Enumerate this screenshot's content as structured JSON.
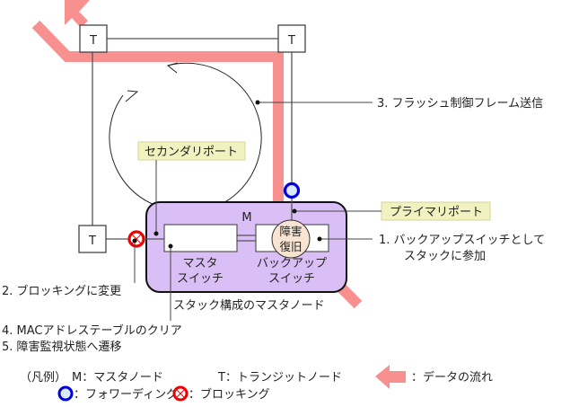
{
  "nodes": {
    "transit_label": "T",
    "master_label": "M"
  },
  "switches": {
    "master": [
      "マスタ",
      "スイッチ"
    ],
    "backup": [
      "バックアップ",
      "スイッチ"
    ],
    "recovery": [
      "障害",
      "復旧"
    ]
  },
  "ports": {
    "secondary": "セカンダリポート",
    "primary": "プライマリポート"
  },
  "annotations": {
    "step1_line1": "1.  バックアップスイッチとして",
    "step1_line2": "スタックに参加",
    "step2": "2.  ブロッキングに変更",
    "step3": "3.  フラッシュ制御フレーム送信",
    "step4": "4.  MACアドレステーブルのクリア",
    "step5": "5.  障害監視状態へ遷移",
    "stack_master": "スタック構成のマスタノード"
  },
  "legend": {
    "prefix": "（凡例）",
    "m_item": "M：マスタノード",
    "t_item": "T：トランジットノード",
    "flow_item": "：データの流れ",
    "forwarding_item": "：フォワーディング",
    "blocking_item": "：ブロッキング"
  },
  "colors": {
    "data_flow": "#f99090",
    "master_fill": "#d9bff5",
    "port_label_bg": "#f2f2c0",
    "forwarding_ring": "#0000dd",
    "forwarding_fill": "#dce9f8",
    "blocking_ring": "#ee0000",
    "recovery_fill": "#f8e4d0"
  }
}
